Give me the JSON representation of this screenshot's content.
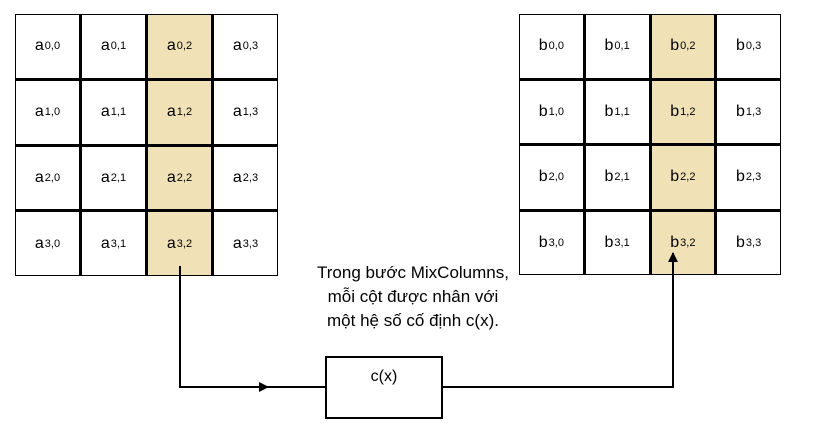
{
  "matrix_a": {
    "letter": "a",
    "highlight_col": 2,
    "rows": [
      [
        "0,0",
        "0,1",
        "0,2",
        "0,3"
      ],
      [
        "1,0",
        "1,1",
        "1,2",
        "1,3"
      ],
      [
        "2,0",
        "2,1",
        "2,2",
        "2,3"
      ],
      [
        "3,0",
        "3,1",
        "3,2",
        "3,3"
      ]
    ]
  },
  "matrix_b": {
    "letter": "b",
    "highlight_col": 2,
    "rows": [
      [
        "0,0",
        "0,1",
        "0,2",
        "0,3"
      ],
      [
        "1,0",
        "1,1",
        "1,2",
        "1,3"
      ],
      [
        "2,0",
        "2,1",
        "2,2",
        "2,3"
      ],
      [
        "3,0",
        "3,1",
        "3,2",
        "3,3"
      ]
    ]
  },
  "caption": {
    "line1": "Trong bước MixColumns,",
    "line2": "mỗi cột được nhân với",
    "line3": "một hệ số cố định c(x)."
  },
  "function_box": {
    "label": "c(x)"
  },
  "colors": {
    "highlight": "#f0e2b6",
    "line": "#000000"
  }
}
